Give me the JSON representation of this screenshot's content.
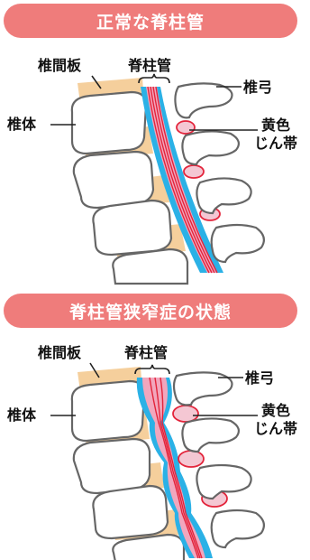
{
  "colors": {
    "banner": "#ef7c7b",
    "disc": "#f5cf9c",
    "spinal_canal": "#2bb1e6",
    "nerve_fill": "#f2a6bd",
    "nerve_lines": "#e3243b",
    "ligament": "#e85a78",
    "bone_outline": "#666666"
  },
  "panels": [
    {
      "title": "正常な脊柱管",
      "labels": {
        "disc": "椎間板",
        "canal": "脊柱管",
        "arch": "椎弓",
        "body": "椎体",
        "ligament_line1": "黄色",
        "ligament_line2": "じん帯"
      }
    },
    {
      "title": "脊柱管狭窄症の状態",
      "labels": {
        "disc": "椎間板",
        "canal": "脊柱管",
        "arch": "椎弓",
        "body": "椎体",
        "ligament_line1": "黄色",
        "ligament_line2": "じん帯"
      }
    }
  ]
}
